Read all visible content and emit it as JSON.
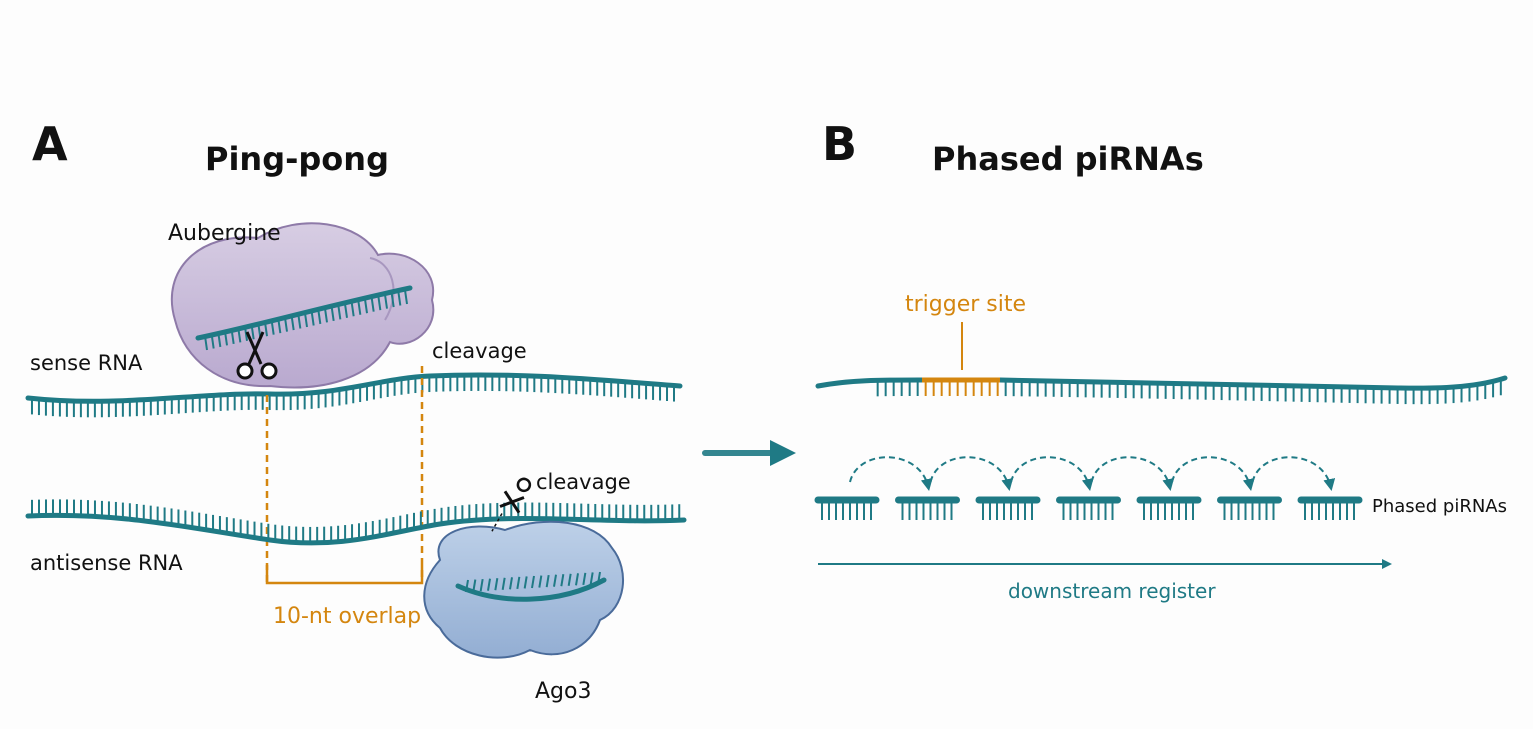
{
  "colors": {
    "teal": "#1f7a85",
    "teal_dark": "#16626b",
    "orange": "#d4860f",
    "aubergine": "#c9bdd8",
    "aubergine_edge": "#8e7aa8",
    "ago3": "#a9bfdc",
    "ago3_edge": "#4a6b9a"
  },
  "panel_a": {
    "letter": "A",
    "title": "Ping-pong",
    "aubergine_label": "Aubergine",
    "sense_label": "sense RNA",
    "antisense_label": "antisense RNA",
    "cleavage_top": "cleavage",
    "cleavage_bottom": "cleavage",
    "overlap_label": "10-nt overlap",
    "ago3_label": "Ago3",
    "icons": [
      "scissors-icon",
      "scissors-icon"
    ]
  },
  "panel_b": {
    "letter": "B",
    "title": "Phased piRNAs",
    "trigger_label": "trigger site",
    "phased_label": "Phased piRNAs",
    "register_label": "downstream register",
    "fragment_count": 7
  }
}
